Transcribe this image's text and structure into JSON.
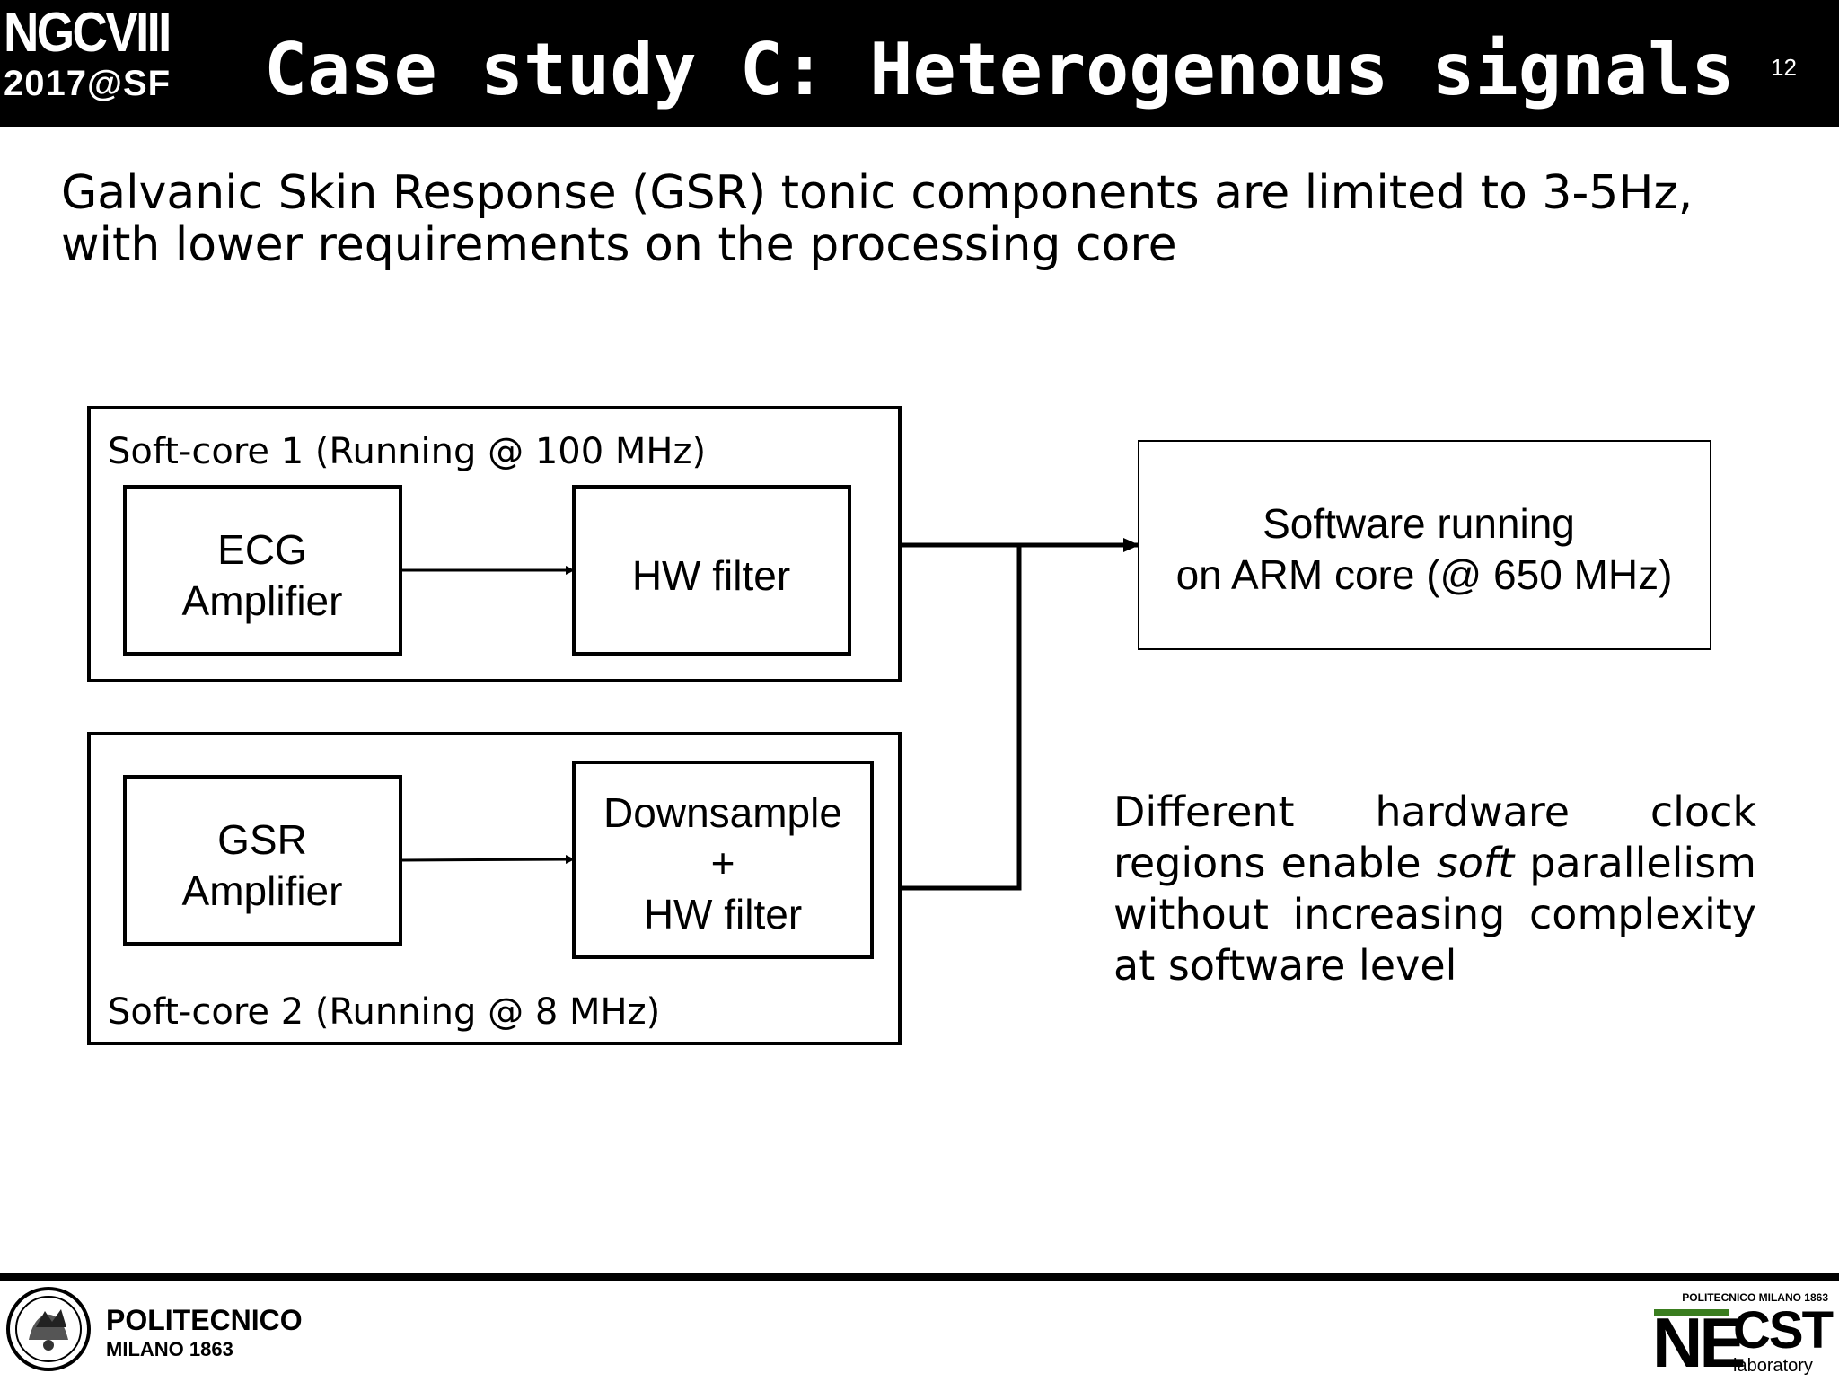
{
  "header": {
    "conference_line1": "NGCVIII",
    "conference_line2": "2017@SF",
    "title": "Case study C: Heterogenous signals",
    "page_number": "12"
  },
  "subtitle": {
    "line1": "Galvanic Skin Response (GSR) tonic components are limited to 3-5Hz,",
    "line2": "with lower requirements on the processing core"
  },
  "diagram": {
    "softcore1": {
      "label": "Soft-core 1 (Running @ 100 MHz)",
      "ecg_line1": "ECG",
      "ecg_line2": "Amplifier",
      "filter": "HW filter"
    },
    "softcore2": {
      "label": "Soft-core 2 (Running @ 8 MHz)",
      "gsr_line1": "GSR",
      "gsr_line2": "Amplifier",
      "ds_line1": "Downsample",
      "ds_line2": "+",
      "ds_line3": "HW filter"
    },
    "arm": {
      "line1": "Software running",
      "line2": "on ARM core (@ 650 MHz)"
    }
  },
  "description": {
    "part1": "Different hardware clock regions enable ",
    "emphasis": "soft",
    "part2": " parallelism without increasing complexity at software level"
  },
  "footer": {
    "polimi_name": "POLITECNICO",
    "polimi_city": "MILANO 1863",
    "necst_top": "POLITECNICO MILANO 1863",
    "necst_ne": "NE",
    "necst_cst": "CST",
    "necst_lab": "laboratory",
    "necst_color": "#3a7d1f"
  }
}
